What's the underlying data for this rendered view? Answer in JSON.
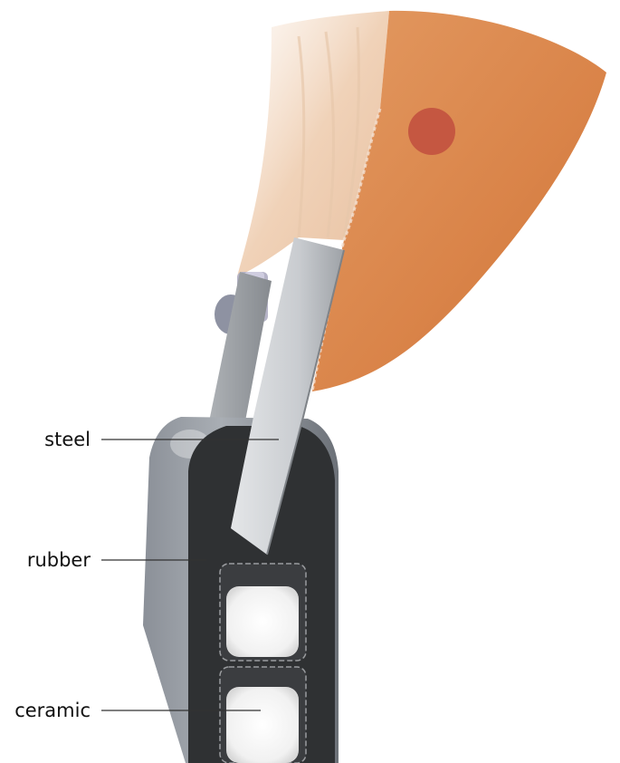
{
  "labels": {
    "steel": "steel",
    "rubber": "rubber",
    "ceramic": "ceramic"
  },
  "colors": {
    "tissue_orange": "#d8854a",
    "tissue_highlight": "#e9a36c",
    "spot_red": "#c2513f",
    "skin": "#f0d6bf",
    "steel_light": "#d4d7da",
    "steel_dark": "#8c9094",
    "rubber_housing": "#2f3133",
    "outer_shell": "#7c828a",
    "ceramic_block": "#f4f4f4"
  }
}
